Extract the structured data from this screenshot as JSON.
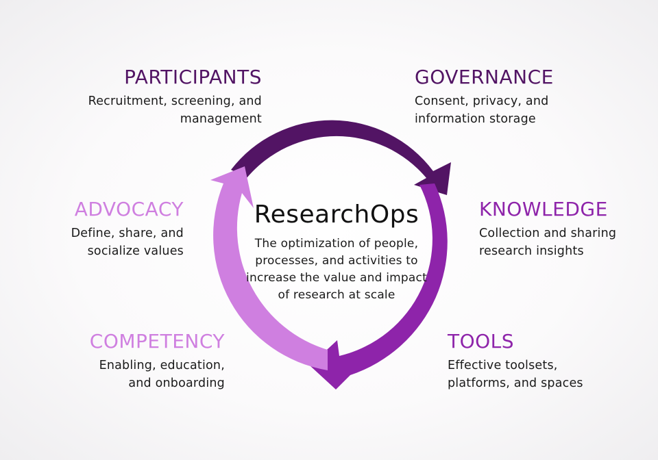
{
  "colors": {
    "dark_purple": "#521464",
    "mid_purple": "#8e24aa",
    "light_purple": "#cf7fe0",
    "text_dark": "#1a1a1a"
  },
  "center": {
    "title": "ResearchOps",
    "description": "The optimization of people, processes, and activities to increase the value and impact of research at scale"
  },
  "segments": {
    "participants": {
      "title": "PARTICIPANTS",
      "line1": "Recruitment, screening, and",
      "line2": "management"
    },
    "governance": {
      "title": "GOVERNANCE",
      "line1": "Consent, privacy, and",
      "line2": "information storage"
    },
    "knowledge": {
      "title": "KNOWLEDGE",
      "line1": "Collection and sharing",
      "line2": "research insights"
    },
    "tools": {
      "title": "TOOLS",
      "line1": "Effective toolsets,",
      "line2": "platforms, and spaces"
    },
    "competency": {
      "title": "COMPETENCY",
      "line1": "Enabling, education,",
      "line2": "and onboarding"
    },
    "advocacy": {
      "title": "ADVOCACY",
      "line1": "Define, share, and",
      "line2": "socialize values"
    }
  }
}
